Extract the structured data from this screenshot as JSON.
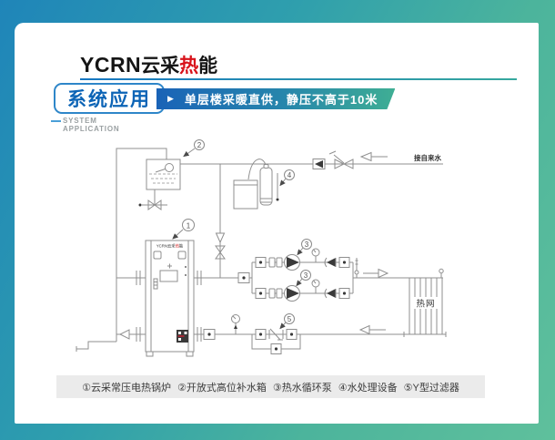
{
  "header": {
    "logo": {
      "en": "YCRN",
      "cn_1": "云采",
      "cn_red": "热",
      "cn_2": "能"
    },
    "section_title": "系统应用",
    "subtitle_line1": "SYSTEM",
    "subtitle_line2": "APPLICATION",
    "banner_play_icon": "▶",
    "banner_text": "单层楼采暖直供，静压不高于10米"
  },
  "diagram": {
    "tap_water_label": "接自来水",
    "heat_network_label": "热网",
    "boiler_logo_1": "YCRN云采",
    "boiler_logo_red": "热",
    "boiler_logo_2": "能",
    "callouts": {
      "c1": "1",
      "c2": "2",
      "c3": "3",
      "c4": "4",
      "c5": "5"
    }
  },
  "legend": {
    "items": [
      "①云采常压电热锅炉",
      "②开放式高位补水箱",
      "③热水循环泵",
      "④水处理设备",
      "⑤Y型过滤器"
    ]
  },
  "colors": {
    "accent_blue": "#0c64b6",
    "accent_red": "#d8121a",
    "banner_gradient_start": "#1a63b7",
    "banner_gradient_end": "#3fae94",
    "background_gradient_start": "#1f85b9",
    "background_gradient_end": "#5fc09c",
    "diagram_line_gray": "#8f8f8f",
    "legend_background": "#ebebeb"
  }
}
